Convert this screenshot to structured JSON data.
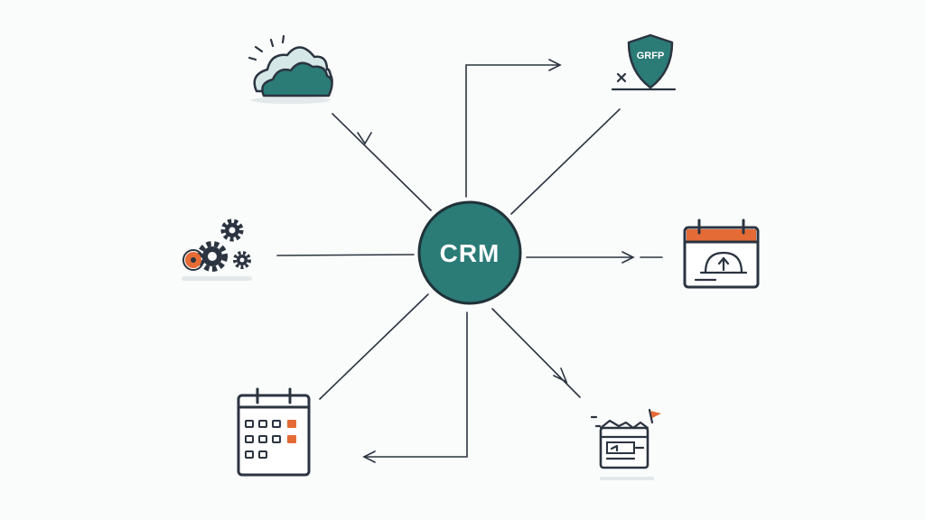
{
  "hub": {
    "label": "CRM",
    "color": "#2b7b77"
  },
  "colors": {
    "teal": "#2b7b77",
    "orange": "#e56b36",
    "ink": "#2b3440",
    "shadow": "#e3e8ea"
  },
  "nodes": [
    {
      "id": "cloud",
      "icon": "cloud-icon"
    },
    {
      "id": "shield",
      "icon": "shield-icon",
      "label": "GRFP"
    },
    {
      "id": "gears",
      "icon": "gears-icon"
    },
    {
      "id": "calendar-right",
      "icon": "calendar-icon"
    },
    {
      "id": "calendar-left",
      "icon": "calendar-grid-icon"
    },
    {
      "id": "document",
      "icon": "document-icon"
    }
  ]
}
